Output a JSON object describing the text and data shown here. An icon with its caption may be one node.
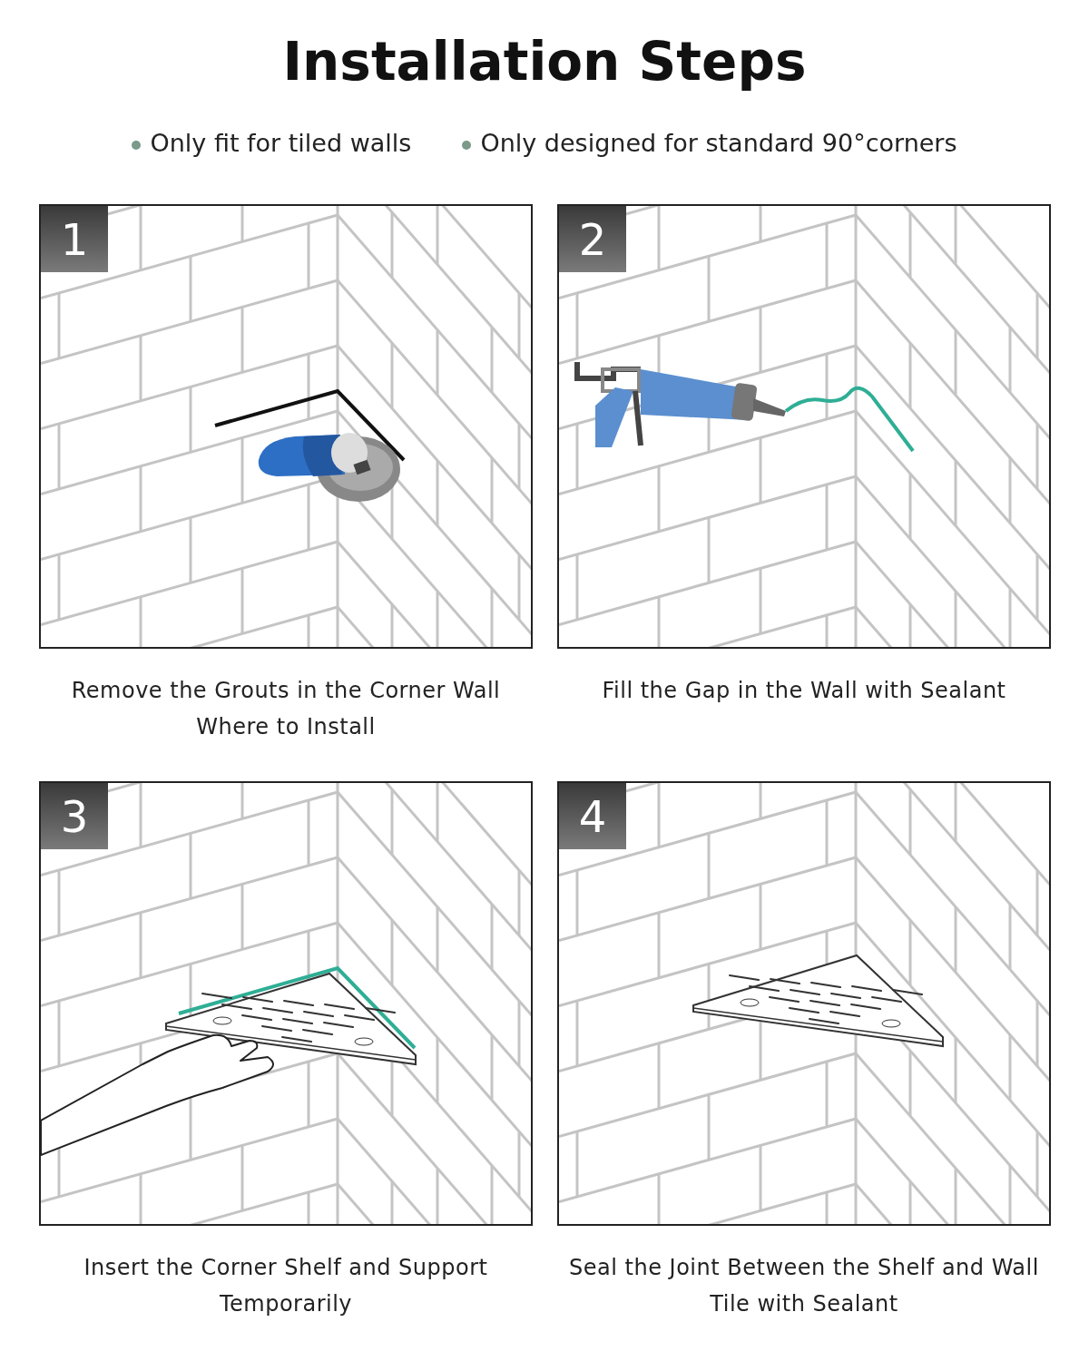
{
  "diagram": {
    "title": "Installation Steps",
    "nodes": [
      {
        "text": [
          "1"
        ],
        "beside": [
          "Remove the Grouts in the Corner Wall Where to Install"
        ]
      },
      {
        "text": [
          "2"
        ],
        "beside": [
          "Fill the Gap in the Wall with Sealant"
        ]
      },
      {
        "text": [
          "3"
        ],
        "beside": [
          "Insert the Corner Shelf and Support Temporarily"
        ]
      },
      {
        "text": [
          "4"
        ],
        "beside": [
          "Seal the Joint Between the Shelf and Wall Tile with Sealant"
        ]
      }
    ],
    "labels": [
      "Only fit for tiled walls",
      "Only designed for standard 90°corners"
    ]
  }
}
